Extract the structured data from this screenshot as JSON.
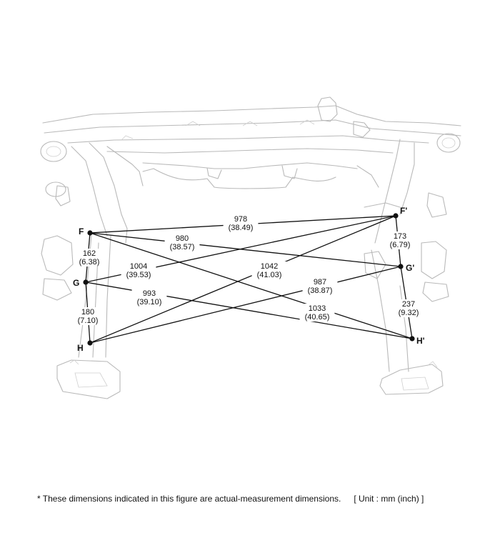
{
  "points": [
    {
      "id": "F",
      "label": "F"
    },
    {
      "id": "G",
      "label": "G"
    },
    {
      "id": "H",
      "label": "H"
    },
    {
      "id": "Fp",
      "label": "F'"
    },
    {
      "id": "Gp",
      "label": "G'"
    },
    {
      "id": "Hp",
      "label": "H'"
    }
  ],
  "dimensions": [
    {
      "from": "F",
      "to": "Fp",
      "mm": "978",
      "inch": "(38.49)"
    },
    {
      "from": "F",
      "to": "Gp",
      "mm": "980",
      "inch": "(38.57)"
    },
    {
      "from": "G",
      "to": "Fp",
      "mm": "1004",
      "inch": "(39.53)"
    },
    {
      "from": "H",
      "to": "Fp",
      "mm": "1042",
      "inch": "(41.03)"
    },
    {
      "from": "H",
      "to": "Gp",
      "mm": "987",
      "inch": "(38.87)"
    },
    {
      "from": "G",
      "to": "Hp",
      "mm": "993",
      "inch": "(39.10)"
    },
    {
      "from": "F",
      "to": "Hp",
      "mm": "1033",
      "inch": "(40.65)"
    },
    {
      "from": "F",
      "to": "G",
      "mm": "162",
      "inch": "(6.38)"
    },
    {
      "from": "G",
      "to": "H",
      "mm": "180",
      "inch": "(7.10)"
    },
    {
      "from": "Fp",
      "to": "Gp",
      "mm": "173",
      "inch": "(6.79)"
    },
    {
      "from": "Gp",
      "to": "Hp",
      "mm": "237",
      "inch": "(9.32)"
    }
  ],
  "footnote": {
    "note": "*  These dimensions indicated in this figure are actual-measurement dimensions.",
    "unit": "[ Unit : mm (inch) ]"
  }
}
